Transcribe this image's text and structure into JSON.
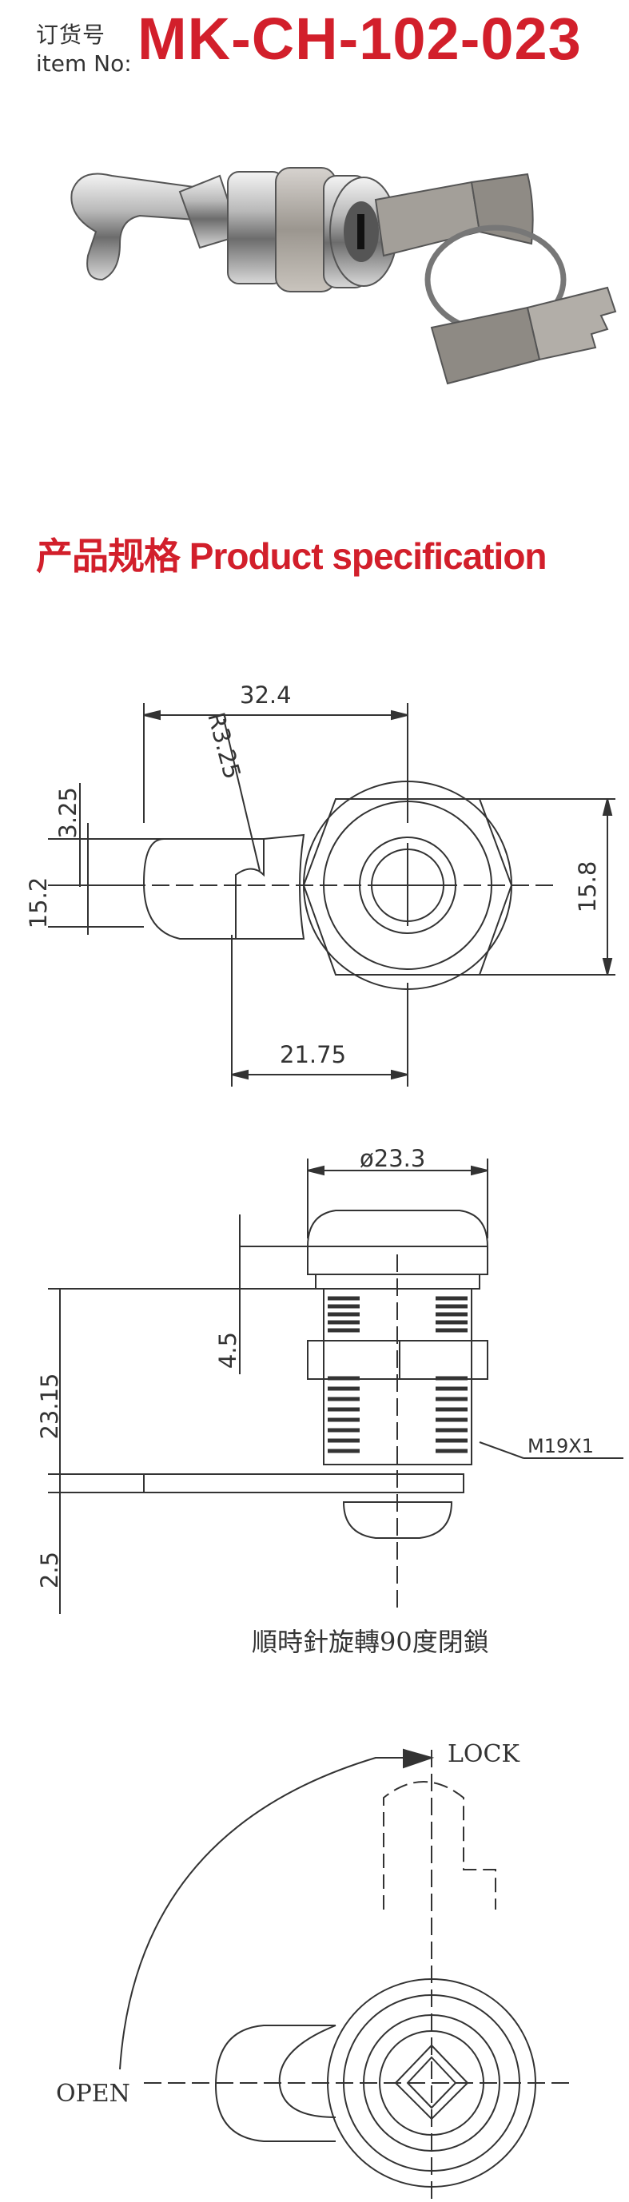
{
  "header": {
    "order_label_cn": "订货号",
    "order_label_en": "item No:",
    "part_number": "MK-CH-102-023"
  },
  "section_title": "产品规格 Product specification",
  "front_view": {
    "overall_width": "32.4",
    "cam_offset": "3.25",
    "hook_radius": "R3.25",
    "cam_width": "15.2",
    "flat_width": "15.8",
    "center_distance": "21.75"
  },
  "side_view": {
    "head_diameter": "ø23.3",
    "head_height": "4.5",
    "body_length": "23.15",
    "cam_thickness": "2.5",
    "thread": "M19X1"
  },
  "rotation_view": {
    "note": "順時針旋轉90度閉鎖",
    "lock_label": "LOCK",
    "open_label": "OPEN"
  },
  "colors": {
    "accent": "#d21f2b",
    "line": "#333333"
  }
}
